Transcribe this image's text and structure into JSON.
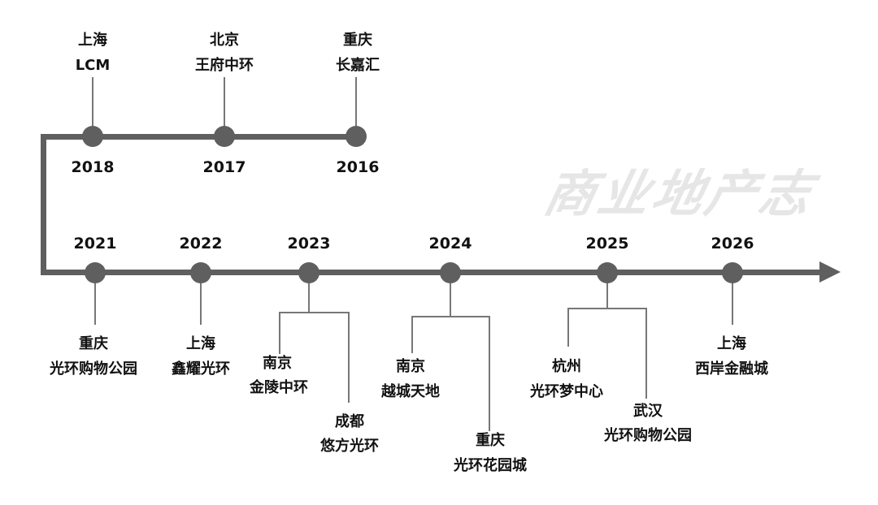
{
  "watermark": "商业地产志",
  "top_row": [
    {
      "year": "2018",
      "city": "上海",
      "name": "LCM"
    },
    {
      "year": "2017",
      "city": "北京",
      "name": "王府中环"
    },
    {
      "year": "2016",
      "city": "重庆",
      "name": "长嘉汇"
    }
  ],
  "bottom_row": [
    {
      "year": "2021",
      "projects": [
        {
          "city": "重庆",
          "name": "光环购物公园"
        }
      ]
    },
    {
      "year": "2022",
      "projects": [
        {
          "city": "上海",
          "name": "鑫耀光环"
        }
      ]
    },
    {
      "year": "2023",
      "projects": [
        {
          "city": "南京",
          "name": "金陵中环"
        },
        {
          "city": "成都",
          "name": "悠方光环"
        }
      ]
    },
    {
      "year": "2024",
      "projects": [
        {
          "city": "南京",
          "name": "越城天地"
        },
        {
          "city": "重庆",
          "name": "光环花园城"
        }
      ]
    },
    {
      "year": "2025",
      "projects": [
        {
          "city": "杭州",
          "name": "光环梦中心"
        },
        {
          "city": "武汉",
          "name": "光环购物公园"
        }
      ]
    },
    {
      "year": "2026",
      "projects": [
        {
          "city": "上海",
          "name": "西岸金融城"
        }
      ]
    }
  ]
}
